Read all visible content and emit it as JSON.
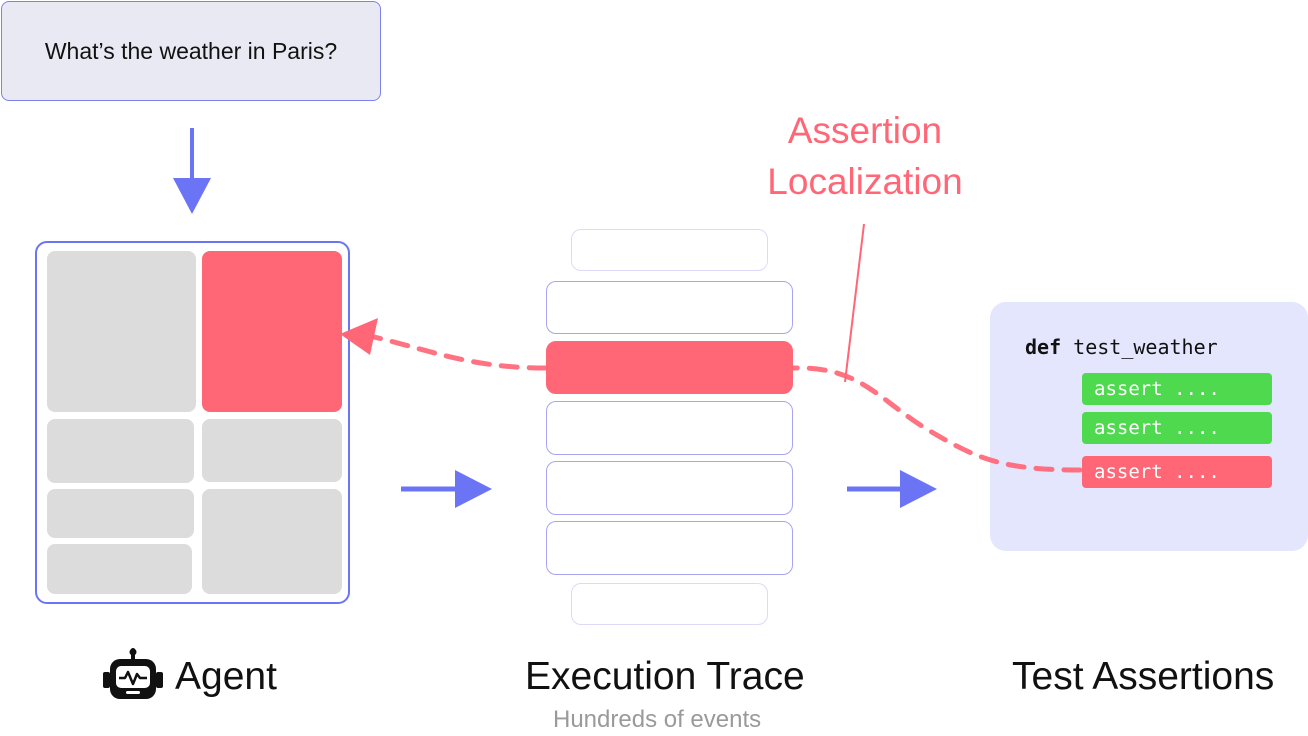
{
  "query": {
    "text": "What’s the weather in Paris?"
  },
  "callout": {
    "label": "Assertion\nLocalization"
  },
  "code": {
    "keyword": "def",
    "function_name": "test_weather",
    "assertions": [
      {
        "text": "assert ....",
        "status": "pass"
      },
      {
        "text": "assert ....",
        "status": "pass"
      },
      {
        "text": "assert ....",
        "status": "fail"
      }
    ]
  },
  "captions": {
    "agent": "Agent",
    "trace": "Execution Trace",
    "trace_sub": "Hundreds of events",
    "assertions": "Test Assertions"
  },
  "icons": {
    "agent": "robot-icon",
    "flow": "arrow-right-icon",
    "down": "arrow-down-icon"
  },
  "colors": {
    "accent": "#6b74f4",
    "highlight": "#ff6676",
    "pass": "#4fd94f",
    "panel": "#dcdcdc",
    "card": "#e4e6fd"
  }
}
